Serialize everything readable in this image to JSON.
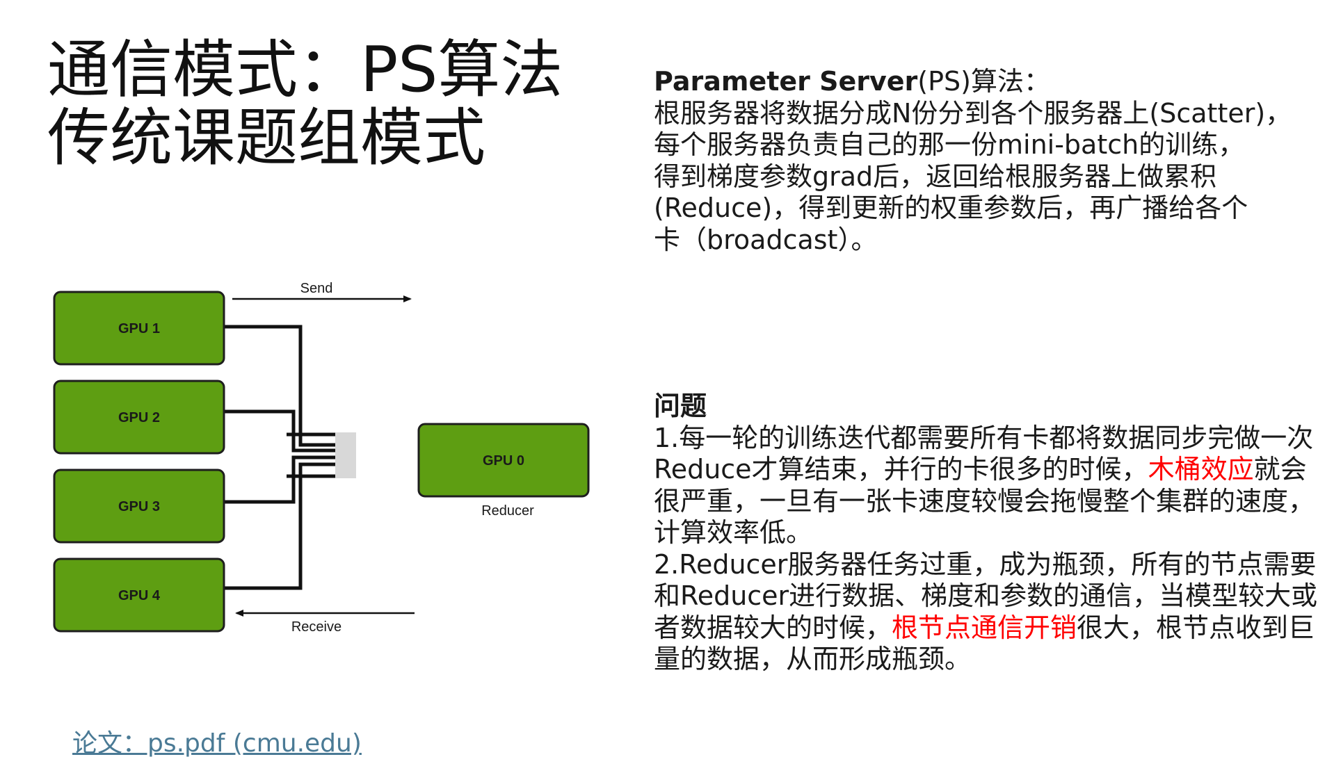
{
  "title": {
    "line1": "通信模式：PS算法",
    "line2": "传统课题组模式"
  },
  "ps_section": {
    "heading_bold": "Parameter Server",
    "heading_rest": "(PS)算法：",
    "lines": [
      "根服务器将数据分成N份分到各个服务器上(Scatter)，",
      "每个服务器负责自己的那一份mini-batch的训练，",
      "得到梯度参数grad后，返回给根服务器上做累积",
      "(Reduce)，得到更新的权重参数后，再广播给各个",
      "卡（broadcast）。"
    ]
  },
  "issues_section": {
    "heading": "问题",
    "l1": "1.每一轮的训练迭代都需要所有卡都将数据同步完做一次",
    "l2_before": "Reduce才算结束，并行的卡很多的时候，",
    "l2_highlight": "木桶效应",
    "l2_after": "就会",
    "l3": "很严重，一旦有一张卡速度较慢会拖慢整个集群的速度，",
    "l4": "计算效率低。",
    "l5": "2.Reducer服务器任务过重，成为瓶颈，所有的节点需要",
    "l6": "和Reducer进行数据、梯度和参数的通信，当模型较大或",
    "l7_before": "者数据较大的时候，",
    "l7_highlight": "根节点通信开销",
    "l7_after": "很大，根节点收到巨",
    "l8": "量的数据，从而形成瓶颈。"
  },
  "diagram": {
    "gpus": [
      "GPU 1",
      "GPU 2",
      "GPU 3",
      "GPU 4"
    ],
    "reducer_box": "GPU 0",
    "reducer_label": "Reducer",
    "send_label": "Send",
    "receive_label": "Receive"
  },
  "paper_link": "论文：ps.pdf (cmu.edu)",
  "colors": {
    "gpu_fill": "#5e9e12",
    "gpu_stroke": "#1e1e1e",
    "highlight": "#ff0000",
    "link": "#4a7a95"
  }
}
